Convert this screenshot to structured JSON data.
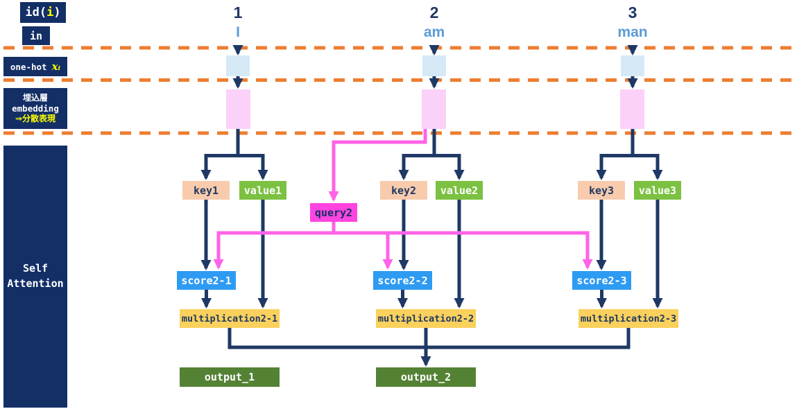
{
  "palette": {
    "navy": "#132F66",
    "arrow_navy": "#1F3864",
    "dash_orange": "#ED7D31",
    "onehot_fill": "#D6E9F7",
    "embedding_fill": "#FBD1FA",
    "key_fill": "#F8CBAD",
    "value_fill": "#7CC142",
    "query_fill": "#FF45E0",
    "magenta_line": "#FF63E8",
    "score_fill": "#2E9BF3",
    "multiplication_fill": "#FAD15C",
    "output_fill": "#548235",
    "token_word_color": "#5B9BD5",
    "highlight_text": "#FFFF00"
  },
  "sidebar": {
    "id_box": {
      "prefix": "id(",
      "arg": "i",
      "suffix": ")"
    },
    "in_label": "in",
    "onehot": {
      "label": "one-hot",
      "symbol": "xᵢ"
    },
    "embedding": {
      "line1": "埋込層",
      "line2": "embedding",
      "line3": "⇒分散表現"
    },
    "self_attention": {
      "line1": "Self",
      "line2": "Attention"
    }
  },
  "columns": [
    {
      "num": "1",
      "word": "I",
      "key": "key1",
      "value": "value1",
      "score": "score2-1",
      "mult": "multiplication2-1"
    },
    {
      "num": "2",
      "word": "am",
      "key": "key2",
      "value": "value2",
      "score": "score2-2",
      "mult": "multiplication2-2"
    },
    {
      "num": "3",
      "word": "man",
      "key": "key3",
      "value": "value3",
      "score": "score2-3",
      "mult": "multiplication2-3"
    }
  ],
  "query_label": "query2",
  "outputs": [
    {
      "label": "output_1"
    },
    {
      "label": "output_2"
    }
  ]
}
